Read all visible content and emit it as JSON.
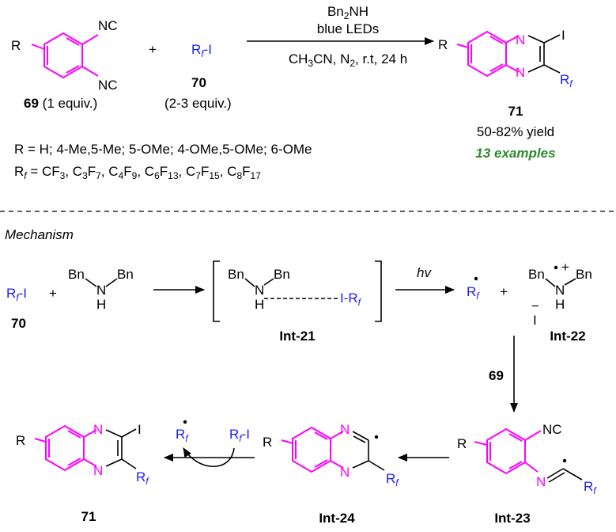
{
  "reaction": {
    "reagent_line1": "Bn₂NH",
    "reagent_line2": "blue LEDs",
    "conditions": "CH₃CN, N₂, r.t, 24 h",
    "sm1_label": "69",
    "sm1_equiv": "(1 equiv.)",
    "sm2_formula": "Rf-I",
    "sm2_label": "70",
    "sm2_equiv": "(2-3 equiv.)",
    "product_label": "71",
    "yield": "50-82% yield",
    "examples": "13 examples",
    "r_scope": "R = H; 4-Me,5-Me; 5-OMe; 4-OMe,5-OMe; 6-OMe",
    "rf_scope": "Rf = CF₃, C₃F₇, C₄F₉, C₆F₁₃, C₇F₁₅, C₈F₁₇"
  },
  "mechanism": {
    "heading": "Mechanism",
    "amine": "Bn₂NH",
    "complex_label": "Int-21",
    "hv": "hv",
    "radical_cation_label": "Int-22",
    "addition_label": "69",
    "imidoyl_label": "Int-23",
    "cyclized_label": "Int-24",
    "product_label": "71",
    "rf_i": "Rf-I",
    "compound_70": "70"
  },
  "colors": {
    "ring": "#ff00ff",
    "rf": "#1c1cff",
    "examples": "#2e8b2e"
  }
}
